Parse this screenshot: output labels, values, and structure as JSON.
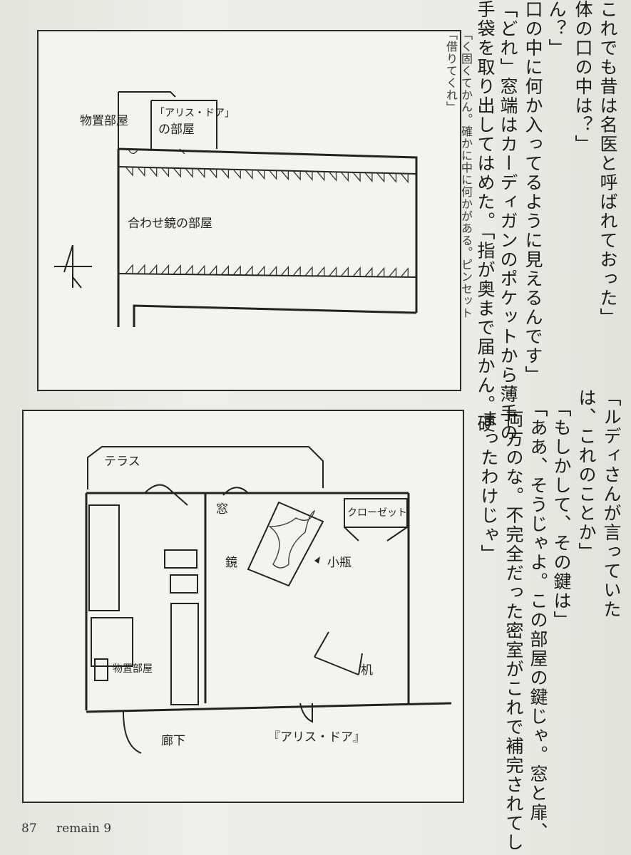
{
  "floor_plan_top": {
    "storage_room": "物置部屋",
    "alice_door_room_line1": "「アリス・ドア」",
    "alice_door_room_line2": "の部屋",
    "mirror_room": "合わせ鏡の部屋"
  },
  "floor_plan_bottom": {
    "terrace": "テラス",
    "window": "窓",
    "closet": "クローゼット",
    "mirror": "鏡",
    "small_bottle": "小瓶",
    "storage_room": "物置部屋",
    "desk": "机",
    "corridor": "廊下",
    "alice_door": "『アリス・ドア』"
  },
  "text_columns": [
    "これでも昔は名医と呼ばれておった」",
    "体の口の中は？」",
    "ん？」",
    "口の中に何か入ってるように見えるんです」",
    "「どれ」窓端はカーディガンのポケットから薄手の",
    "手袋を取り出してはめた。「指が奥まで届かん。硬",
    "「ルディさんが言っていた",
    "は、これのことか」",
    "「もしかして、その鍵は」",
    "「ああ、そうじゃよ。この部屋の鍵じゃ。窓と扉、",
    "両方のな。不完全だった密室がこれで補完されてし",
    "まったわけじゃ」"
  ],
  "faint_text_columns": [
    "「く固くてかん。確かに中に何かがある。ピンセット",
    "「借りてくれ」"
  ],
  "footer": {
    "page_number": "87",
    "chapter": "remain 9"
  }
}
